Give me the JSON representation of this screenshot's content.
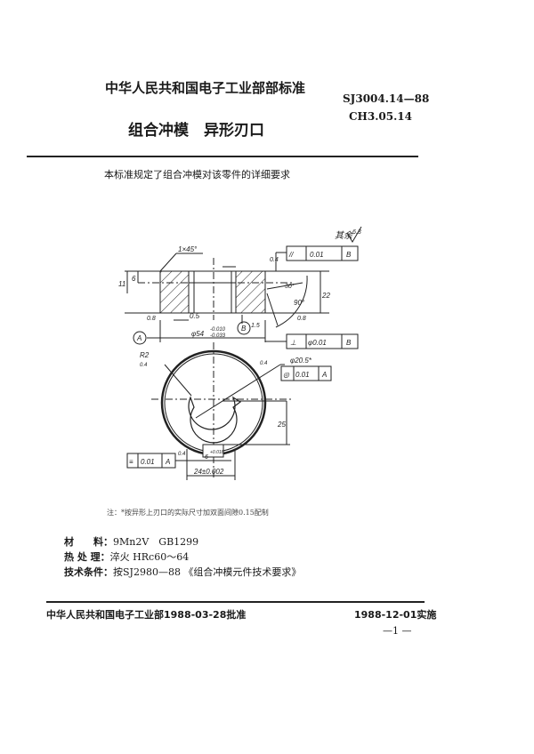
{
  "header": {
    "issuer": "中华人民共和国电子工业部部标准",
    "title": "组合冲模　异形刃口",
    "code_primary": "SJ3004.14—88",
    "code_secondary": "CH3.05.14"
  },
  "intro": "本标准规定了组合冲模对该零件的详细要求",
  "drawing": {
    "surface_note": "其余",
    "surface_note_value": "6.3",
    "chamfer": "1×45°",
    "roughness_top": "0.4",
    "parallel_tol": {
      "symbol": "//",
      "value": "0.01",
      "datum": "B"
    },
    "angle_small": "30°",
    "angle_90": "90°",
    "roughness_side": "0.8",
    "dim_22": "22",
    "dim_11": "11",
    "dim_6": "6",
    "dim_05": "0.5",
    "dim_15": "1.5",
    "roughness_left": "0.8",
    "datum_a": "A",
    "datum_b": "B",
    "dia_54": "φ54",
    "dia_54_upper": "-0.010",
    "dia_54_lower": "-0.033",
    "perp_tol": {
      "symbol": "⊥",
      "value": "φ0.01",
      "datum": "B"
    },
    "radius": "R2",
    "roughness_r": "0.4",
    "roughness_mid": "0.4",
    "dia_205": "φ20.5*",
    "concentric_tol": {
      "symbol": "◎",
      "value": "0.01",
      "datum": "A"
    },
    "dim_25": "25",
    "sym_tol": {
      "symbol": "≡",
      "value": "0.01",
      "datum": "A"
    },
    "roughness_slot": "0.4",
    "slot": "6",
    "slot_tol": "+0.018",
    "dim_24": "24±0.002"
  },
  "note": "注：*按异形上刃口的实际尺寸加双面间隙0.15配制",
  "specs": [
    {
      "label": "材　　料：",
      "value": "9Mn2V　GB1299"
    },
    {
      "label": "热 处 理：",
      "value": "淬火 HRc60～64"
    },
    {
      "label": "技术条件：",
      "value": "按SJ2980—88 《组合冲模元件技术要求》"
    }
  ],
  "footer": {
    "approval": "中华人民共和国电子工业部1988-03-28批准",
    "effective": "1988-12-01实施",
    "page": "—1 —"
  }
}
